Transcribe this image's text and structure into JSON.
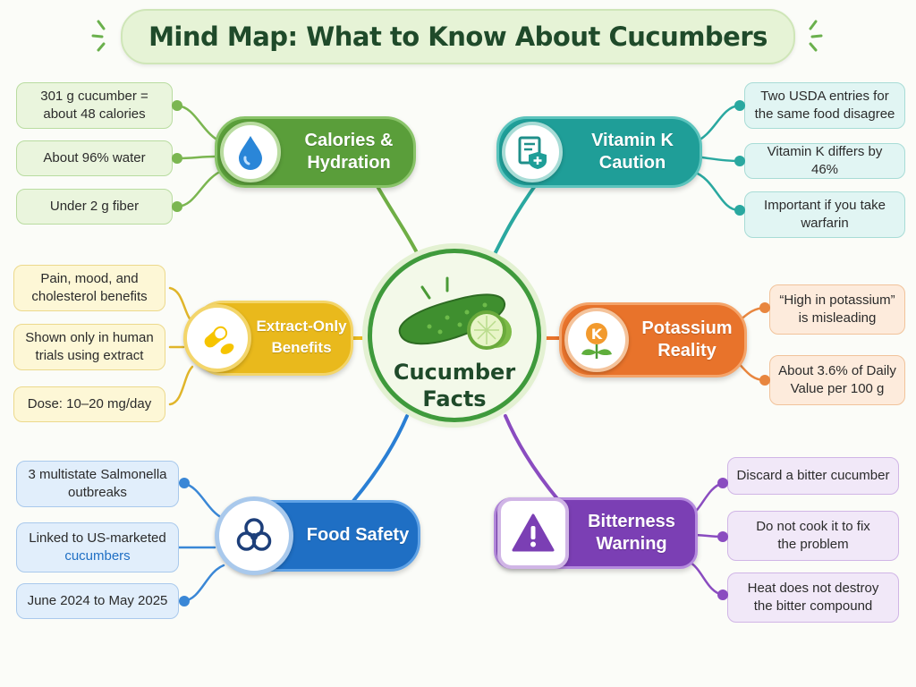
{
  "title": "Mind Map: What to Know About Cucumbers",
  "center": {
    "line1": "Cucumber",
    "line2": "Facts",
    "icon": "cucumber-icon"
  },
  "colors": {
    "green": "#5a9e3a",
    "teal": "#1f9e98",
    "yellow": "#e9b91c",
    "orange": "#e8732b",
    "blue": "#1f6fc4",
    "purple": "#7b3fb4",
    "title_text": "#1f4a2a"
  },
  "branches": {
    "calories": {
      "line1": "Calories &",
      "line2": "Hydration",
      "icon": "water-drop-icon",
      "leaves": [
        {
          "line1": "301 g cucumber =",
          "line2": "about 48 calories"
        },
        {
          "line1": "About 96% water",
          "line2": ""
        },
        {
          "line1": "Under 2 g fiber",
          "line2": ""
        }
      ]
    },
    "vitamin_k": {
      "line1": "Vitamin K",
      "line2": "Caution",
      "icon": "medical-document-icon",
      "leaves": [
        {
          "line1": "Two USDA entries for",
          "line2": "the same food disagree"
        },
        {
          "line1": "Vitamin K differs by 46%",
          "line2": ""
        },
        {
          "line1": "Important if you take",
          "line2": "warfarin"
        }
      ]
    },
    "extract": {
      "line1": "Extract-Only",
      "line2": "Benefits",
      "icon": "capsule-pills-icon",
      "leaves": [
        {
          "line1": "Pain, mood, and",
          "line2": "cholesterol benefits"
        },
        {
          "line1": "Shown only in human",
          "line2": "trials using extract"
        },
        {
          "line1": "Dose: 10–20 mg/day",
          "line2": ""
        }
      ]
    },
    "potassium": {
      "line1": "Potassium",
      "line2": "Reality",
      "icon": "potassium-plant-icon",
      "icon_letter": "K",
      "leaves": [
        {
          "line1": "“High in potassium”",
          "line2": "is misleading"
        },
        {
          "line1": "About 3.6% of Daily",
          "line2": "Value per 100 g"
        }
      ]
    },
    "safety": {
      "line1": "Food Safety",
      "line2": "",
      "icon": "biohazard-icon",
      "leaves": [
        {
          "line1": "3 multistate Salmonella",
          "line2": "outbreaks"
        },
        {
          "line1": "Linked to US-marketed",
          "line2": "cucumbers"
        },
        {
          "line1": "June 2024 to May 2025",
          "line2": ""
        }
      ]
    },
    "bitterness": {
      "line1": "Bitterness",
      "line2": "Warning",
      "icon": "warning-triangle-icon",
      "leaves": [
        {
          "line1": "Discard a bitter cucumber",
          "line2": ""
        },
        {
          "line1": "Do not cook it to fix",
          "line2": "the problem"
        },
        {
          "line1": "Heat does not destroy",
          "line2": "the bitter compound"
        }
      ]
    }
  }
}
